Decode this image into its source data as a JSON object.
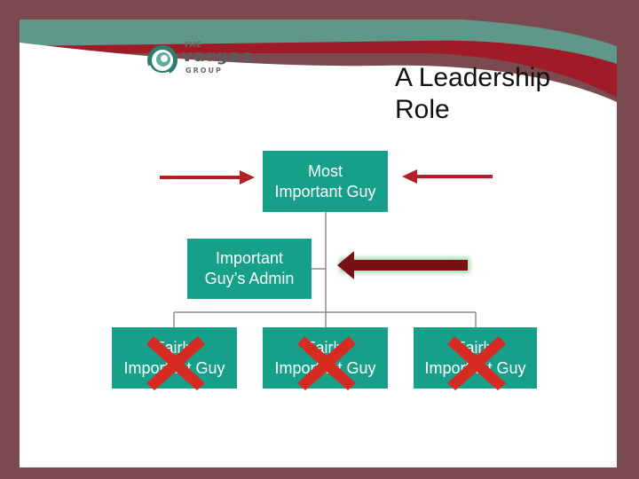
{
  "brand": {
    "the": "THE",
    "name": "vargas",
    "group": "GROUP",
    "accent": "#16a08a",
    "frame_color": "#7a4a4f",
    "red": "#b51f26"
  },
  "slide": {
    "title_line1": "A Leadership",
    "title_line2": "Role"
  },
  "org_chart": {
    "top": {
      "line1": "Most",
      "line2": "Important Guy"
    },
    "admin": {
      "line1": "Important",
      "line2": "Guy’s Admin"
    },
    "subordinates": [
      {
        "line1": "Fairly",
        "line2": "Important Guy",
        "crossed_out": true
      },
      {
        "line1": "Fairly",
        "line2": "Important Guy",
        "crossed_out": true
      },
      {
        "line1": "Fairly",
        "line2": "Important Guy",
        "crossed_out": true
      }
    ],
    "arrow_colors": {
      "side": "#b51f26",
      "admin": "#7a0f14"
    },
    "cross_color": "#d52b22"
  }
}
